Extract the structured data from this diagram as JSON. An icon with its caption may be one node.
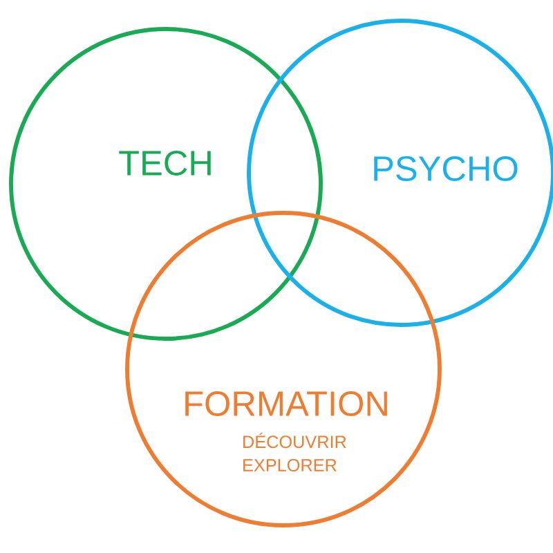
{
  "diagram": {
    "nodes": [
      {
        "text": [
          "TECH"
        ]
      },
      {
        "text": [
          "PSYCHO"
        ]
      },
      {
        "text": [
          "FORMATION",
          "DÉCOUVRIR EXPLORER"
        ]
      }
    ]
  }
}
